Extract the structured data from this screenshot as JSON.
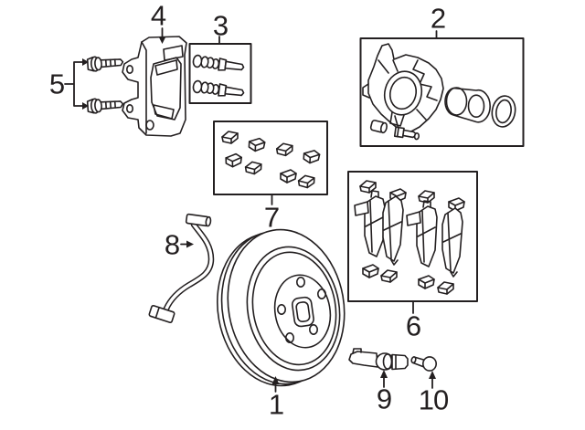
{
  "palette": {
    "background": "#ffffff",
    "line": "#231f20",
    "box_fill": "#ffffff"
  },
  "callouts": [
    {
      "label": "1",
      "part": "brake-rotor"
    },
    {
      "label": "2",
      "part": "caliper-assembly"
    },
    {
      "label": "3",
      "part": "caliper-guide-pin-kit"
    },
    {
      "label": "4",
      "part": "caliper-mount-bracket"
    },
    {
      "label": "5",
      "part": "bracket-mounting-bolts"
    },
    {
      "label": "6",
      "part": "brake-pad-set"
    },
    {
      "label": "7",
      "part": "hardware-clip-kit"
    },
    {
      "label": "8",
      "part": "brake-hose"
    },
    {
      "label": "9",
      "part": "wear-sensor-bracket"
    },
    {
      "label": "10",
      "part": "mounting-pin-bolt"
    }
  ]
}
